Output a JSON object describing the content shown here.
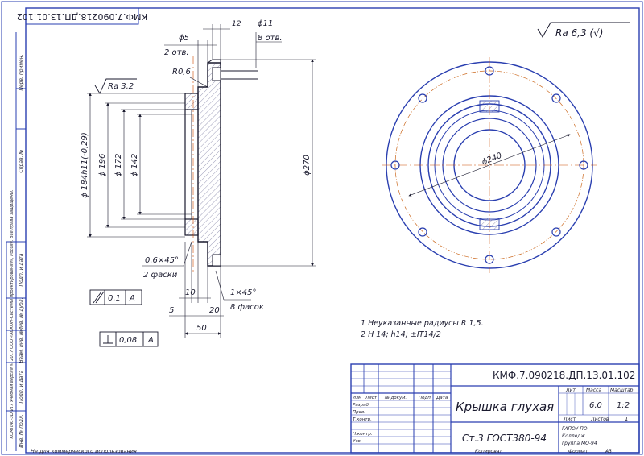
{
  "drawing": {
    "doc_code": "КМФ.7.090218.ДП.13.01.102",
    "doc_code_rotated": "КМФ.7.090218.ДП.13.01.102",
    "roughness_general": "Ra 6,3 (√)",
    "roughness_local": "Ra 3,2",
    "dims": {
      "d5": "ϕ5",
      "d5_count": "2 отв.",
      "d11": "ϕ11",
      "d11_count": "8 отв.",
      "w12": "12",
      "r06": "R0,6",
      "d184": "ϕ 184h11(-0,29)",
      "d196": "ϕ 196",
      "d172": "ϕ 172",
      "d142": "ϕ 142",
      "d270": "ϕ270",
      "d240": "ϕ240",
      "chamfer06": "0,6×45°",
      "chamfer06_count": "2 фаски",
      "w10": "10",
      "chamfer1": "1×45°",
      "chamfer1_count": "8 фасок",
      "w5": "5",
      "w20": "20",
      "w50": "50"
    },
    "tolerances": {
      "perp_value": "0,1",
      "perp_base": "A",
      "flat_value": "0,08",
      "flat_base": "A"
    },
    "notes": [
      "1  Неуказанные радиусы R 1,5.",
      "2  H 14; h14; ±IT14/2"
    ]
  },
  "title_block": {
    "code": "КМФ.7.090218.ДП.13.01.102",
    "name": "Крышка глухая",
    "material": "Ст.3 ГОСТ380-94",
    "headers": {
      "lit": "Лит",
      "mass": "Масса",
      "scale": "Масштаб"
    },
    "mass_value": "6,0",
    "scale_value": "1:2",
    "sheet_label": "Лист",
    "sheets_label": "Листов",
    "sheets_value": "1",
    "org_lines": [
      "ГАПОУ ПО",
      "Колледж",
      "группа МО-94"
    ],
    "row_labels": [
      "Изм",
      "Лист",
      "№ докум.",
      "Подп.",
      "Дата"
    ],
    "sign_rows": [
      "Разраб.",
      "Пров.",
      "Т.контр.",
      "",
      "Н.контр.",
      "Утв."
    ],
    "copied_label": "Копировал",
    "format_label": "Формат",
    "format_value": "A3"
  },
  "side_strip": {
    "labels": [
      "Перв. примен.",
      "Справ. №",
      "Подп. и дата",
      "Инв. № дубл.",
      "Взам. инв. №",
      "Подп. и дата",
      "Инв. № подл."
    ],
    "note": "КОМПАС-3D v17 Учебная версия © 2017 ООО «АСКОН-Системы проектирования», Россия. Все права защищены.",
    "bottom_note": "Не для коммерческого использования"
  }
}
